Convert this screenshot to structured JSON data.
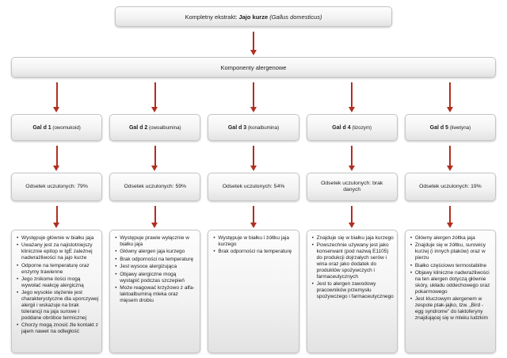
{
  "colors": {
    "arrow": "#b02f20",
    "box_border": "#c6c6c6"
  },
  "title": {
    "prefix": "Kompletny ekstrakt: ",
    "bold": "Jajo kurze",
    "italic": " (Gallus domesticus)"
  },
  "components_label": "Komponenty alergenowe",
  "columns": [
    {
      "allergen": "Gal d 1",
      "allergen_suffix": " (owomukoid)",
      "sensitized": "Odsetek uczulonych: 79%",
      "details": [
        "Występuje głównie w białku jaja",
        "Uważany jest za najistotniejszy klinicznie epitop w IgE zależnej nadwrażliwości na jajo kurze",
        "Odporne na temperaturę oraz enzymy trawienne",
        "Jego znikome ilości mogą wywołać reakcję alergiczną",
        "Jego wysokie stężenie jest charakterystyczne dla uporczywej alergii i wskazuje na brak tolerancji na jaja surowe i poddane obróbce termicznej",
        "Chorzy mogą znosić źle kontakt z jajem nawet na odległość"
      ]
    },
    {
      "allergen": "Gal d 2",
      "allergen_suffix": " (owoalbumina)",
      "sensitized": "Odsetek uczulonych: 59%",
      "details": [
        "Występuje prawie wyłącznie w białku jaja",
        "Główny alergen jaja kurzego",
        "Brak odporności na temperaturę",
        "Jest wysoce alergizująca",
        "Objawy alergiczne mogą wystąpić podczas szczepień",
        "Może reagować krzyżowo z alfa-laktoalbuminą mleka oraz mięsem drobiu"
      ]
    },
    {
      "allergen": "Gal d 3",
      "allergen_suffix": " (konalbumina)",
      "sensitized": "Odsetek uczulonych: 54%",
      "details": [
        "Występuje w białku i żółtku jaja kurzego",
        "Brak odporności na temperaturę"
      ]
    },
    {
      "allergen": "Gal d 4",
      "allergen_suffix": " (lizozym)",
      "sensitized": "Odsetek uczulonych: brak danych",
      "details": [
        "Znajduje się w białku jaja kurzego",
        "Powszechnie używany jest jako konserwant (pod nazwą E1105) do produkcji dojrzałych serów i wina oraz jako dodatek do produktów spożywczych i farmaceutycznych",
        "Jest to alergen zawodowy pracowników przemysłu spożywczego i farmaceutycznego"
      ]
    },
    {
      "allergen": "Gal d 5",
      "allergen_suffix": " (liwetyna)",
      "sensitized": "Odsetek uczulonych: 19%",
      "details": [
        "Główny alergen żółtka jaja",
        "Znajduje się w żółtku, surowicy kurzej (i innych ptaków) oraz w pierzu",
        "Białko częściowo termostabilne",
        "Objawy kliniczne nadwrażliwości na ten alergen dotyczą głównie skóry, układu oddechowego oraz pokarmowego",
        "Jest kluczowym alergenem w zespole ptak-jajko, tzw. „Bird - egg syndrome” do laktoferyny znajdującej się w mleku ludzkim"
      ]
    }
  ]
}
